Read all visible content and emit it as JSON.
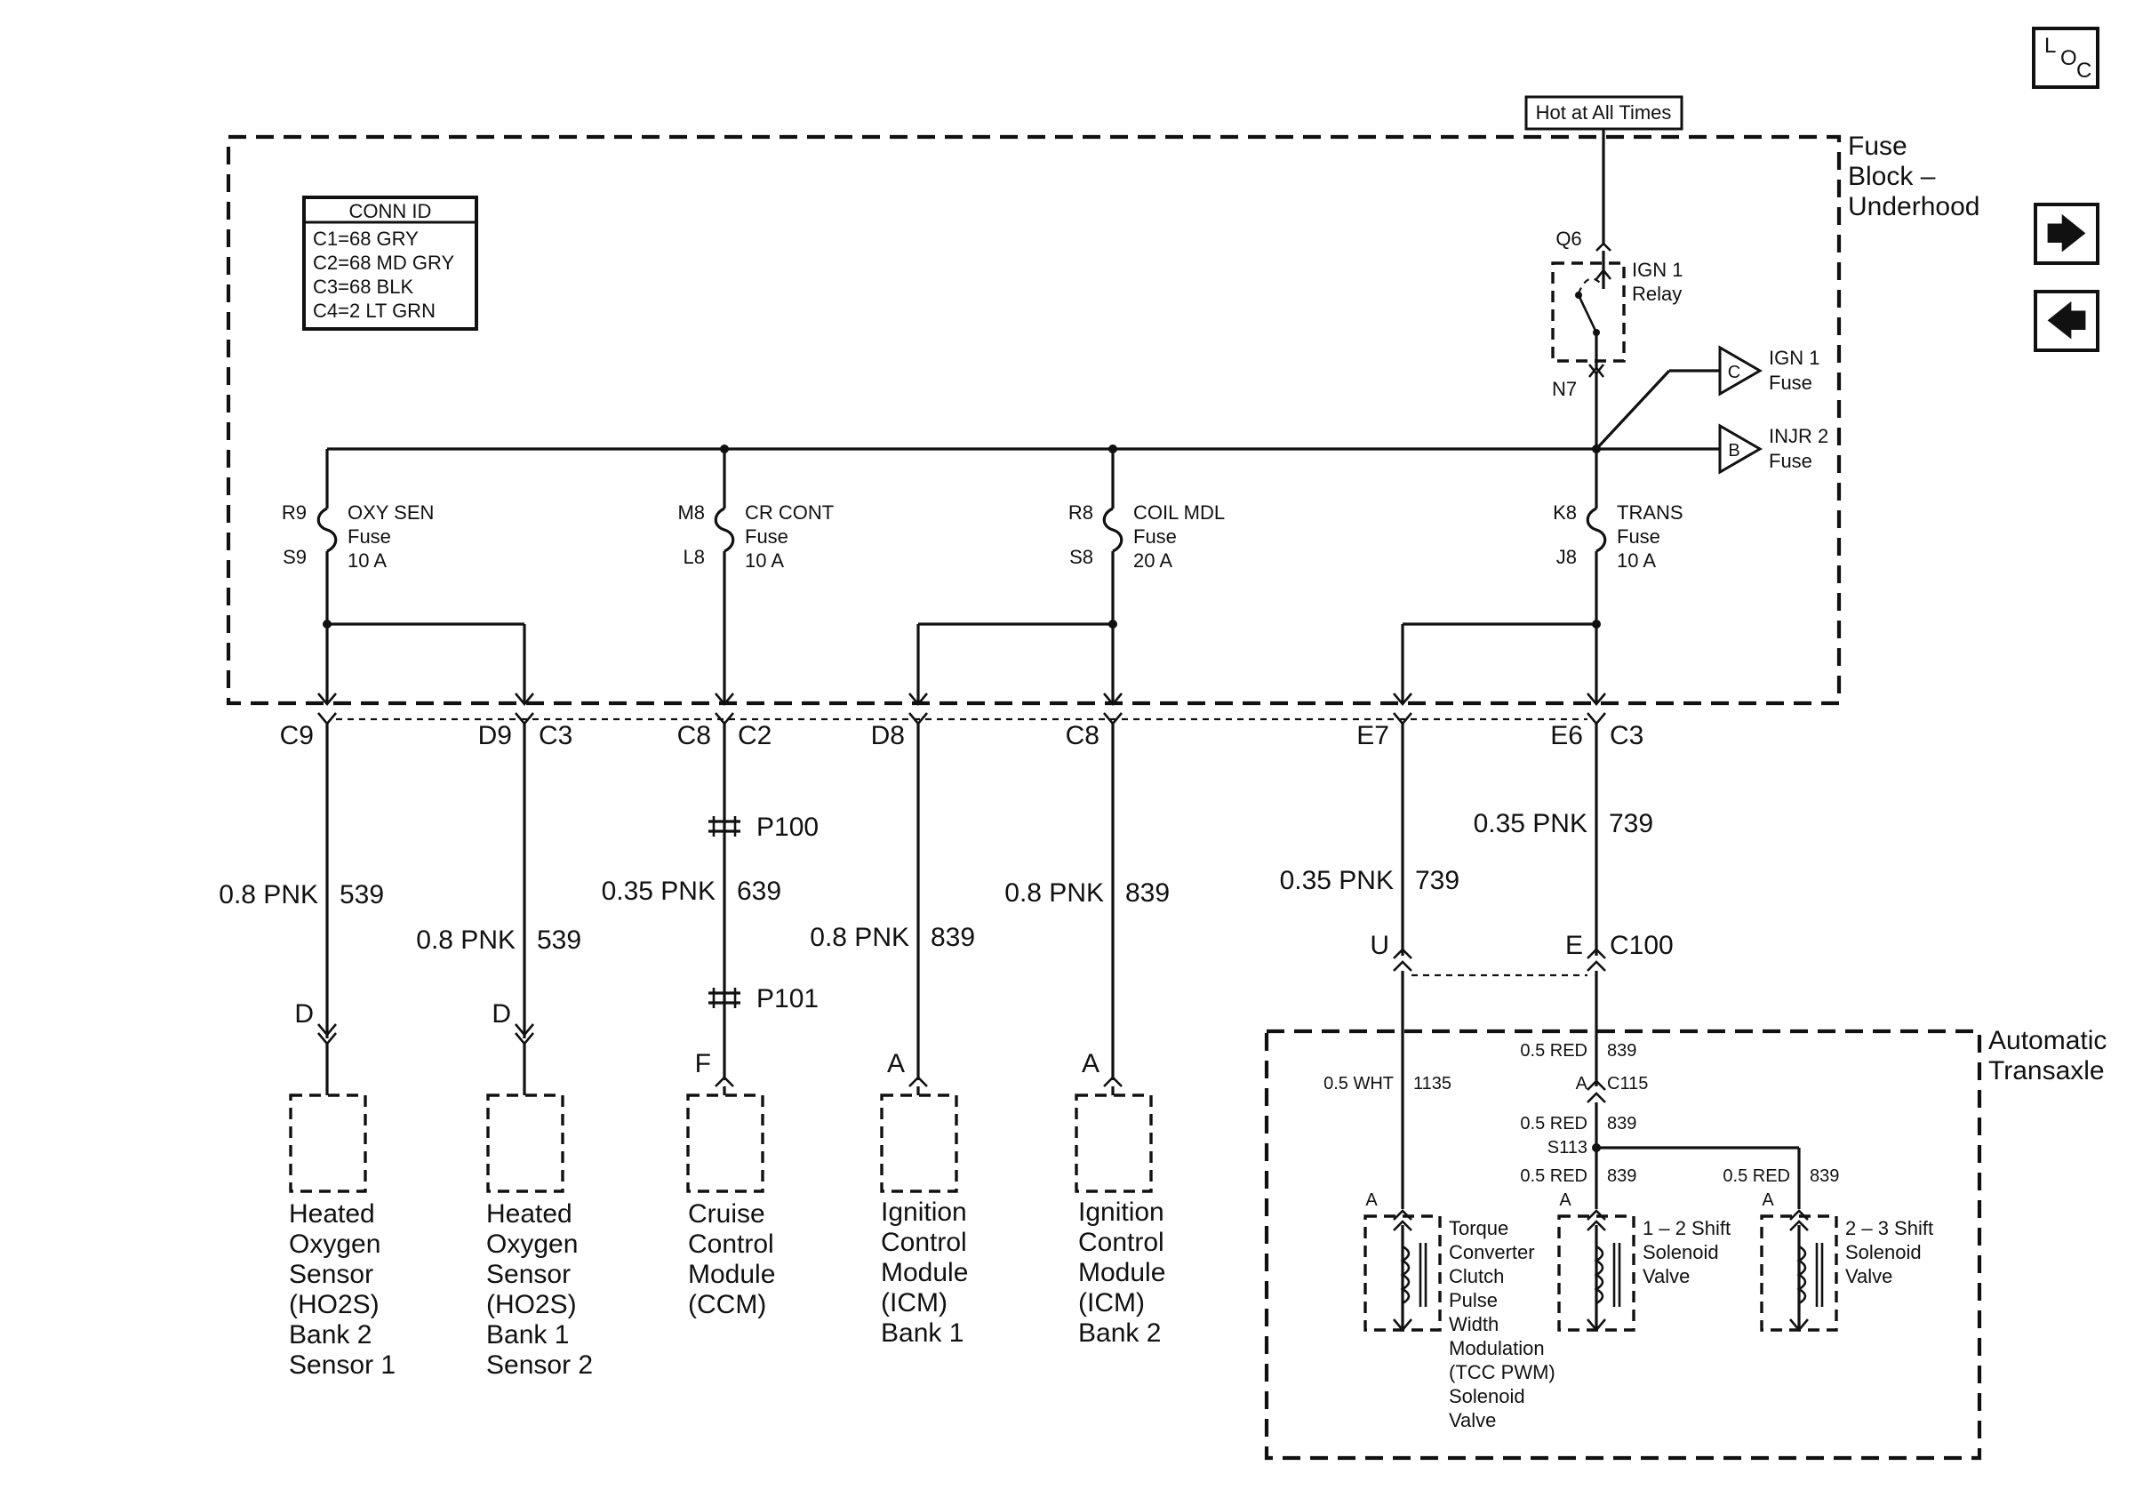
{
  "nav": {
    "loc": [
      "L",
      "O",
      "C"
    ],
    "next": "🡆",
    "prev": "🡄"
  },
  "supply": {
    "hot_label": "Hot at All Times",
    "fuse_block": [
      "Fuse",
      "Block –",
      "Underhood"
    ],
    "relay_pin_in": "Q6",
    "relay_pin_out": "N7",
    "relay_name": [
      "IGN 1",
      "Relay"
    ],
    "ref_c": {
      "letter": "C",
      "lines": [
        "IGN 1",
        "Fuse"
      ]
    },
    "ref_b": {
      "letter": "B",
      "lines": [
        "INJR 2",
        "Fuse"
      ]
    }
  },
  "conn_id": {
    "title": "CONN ID",
    "rows": [
      "C1=68 GRY",
      "C2=68 MD GRY",
      "C3=68 BLK",
      "C4=2 LT GRN"
    ]
  },
  "fuses": [
    {
      "in": "R9",
      "out": "S9",
      "lines": [
        "OXY SEN",
        "Fuse",
        "10 A"
      ]
    },
    {
      "in": "M8",
      "out": "L8",
      "lines": [
        "CR CONT",
        "Fuse",
        "10 A"
      ]
    },
    {
      "in": "R8",
      "out": "S8",
      "lines": [
        "COIL MDL",
        "Fuse",
        "20 A"
      ]
    },
    {
      "in": "K8",
      "out": "J8",
      "lines": [
        "TRANS",
        "Fuse",
        "10 A"
      ]
    }
  ],
  "pins": {
    "c9": "C9",
    "d9": "D9",
    "c3a": "C3",
    "c8a": "C8",
    "c2": "C2",
    "d8": "D8",
    "c8b": "C8",
    "e7": "E7",
    "e6": "E6",
    "c3b": "C3"
  },
  "circuits": {
    "oxy2": {
      "wire": "0.8 PNK",
      "num": "539"
    },
    "oxy1": {
      "wire": "0.8 PNK",
      "num": "539"
    },
    "ccm": {
      "wire": "0.35 PNK",
      "num": "639"
    },
    "icm1": {
      "wire": "0.8 PNK",
      "num": "839"
    },
    "icm2": {
      "wire": "0.8 PNK",
      "num": "839"
    },
    "e7": {
      "wire": "0.35 PNK",
      "num": "739"
    },
    "e6": {
      "wire": "0.35 PNK",
      "num": "739"
    }
  },
  "splices": {
    "p100": "P100",
    "p101": "P101"
  },
  "c100": {
    "u": "U",
    "e": "E",
    "name": "C100"
  },
  "components": [
    {
      "pin": "D",
      "lines": [
        "Heated",
        "Oxygen",
        "Sensor",
        "(HO2S)",
        "Bank 2",
        "Sensor 1"
      ]
    },
    {
      "pin": "D",
      "lines": [
        "Heated",
        "Oxygen",
        "Sensor",
        "(HO2S)",
        "Bank 1",
        "Sensor 2"
      ]
    },
    {
      "pin": "F",
      "lines": [
        "Cruise",
        "Control",
        "Module",
        "(CCM)"
      ]
    },
    {
      "pin": "A",
      "lines": [
        "Ignition",
        "Control",
        "Module",
        "(ICM)",
        "Bank 1"
      ]
    },
    {
      "pin": "A",
      "lines": [
        "Ignition",
        "Control",
        "Module",
        "(ICM)",
        "Bank 2"
      ]
    }
  ],
  "transaxle": {
    "title": [
      "Automatic",
      "Transaxle"
    ],
    "w_red_top": {
      "wire": "0.5 RED",
      "num": "839"
    },
    "w_wht": {
      "wire": "0.5 WHT",
      "num": "1135"
    },
    "c115_pin": "A",
    "c115": "C115",
    "w_red_mid": {
      "wire": "0.5 RED",
      "num": "839"
    },
    "s113": "S113",
    "w_red_12": {
      "wire": "0.5 RED",
      "num": "839"
    },
    "w_red_23": {
      "wire": "0.5 RED",
      "num": "839"
    },
    "solenoids": [
      {
        "pin": "A",
        "lines": [
          "Torque",
          "Converter",
          "Clutch",
          "Pulse",
          "Width",
          "Modulation",
          "(TCC PWM)",
          "Solenoid",
          "Valve"
        ]
      },
      {
        "pin": "A",
        "lines": [
          "1 – 2 Shift",
          "Solenoid",
          "Valve"
        ]
      },
      {
        "pin": "A",
        "lines": [
          "2 – 3 Shift",
          "Solenoid",
          "Valve"
        ]
      }
    ]
  }
}
